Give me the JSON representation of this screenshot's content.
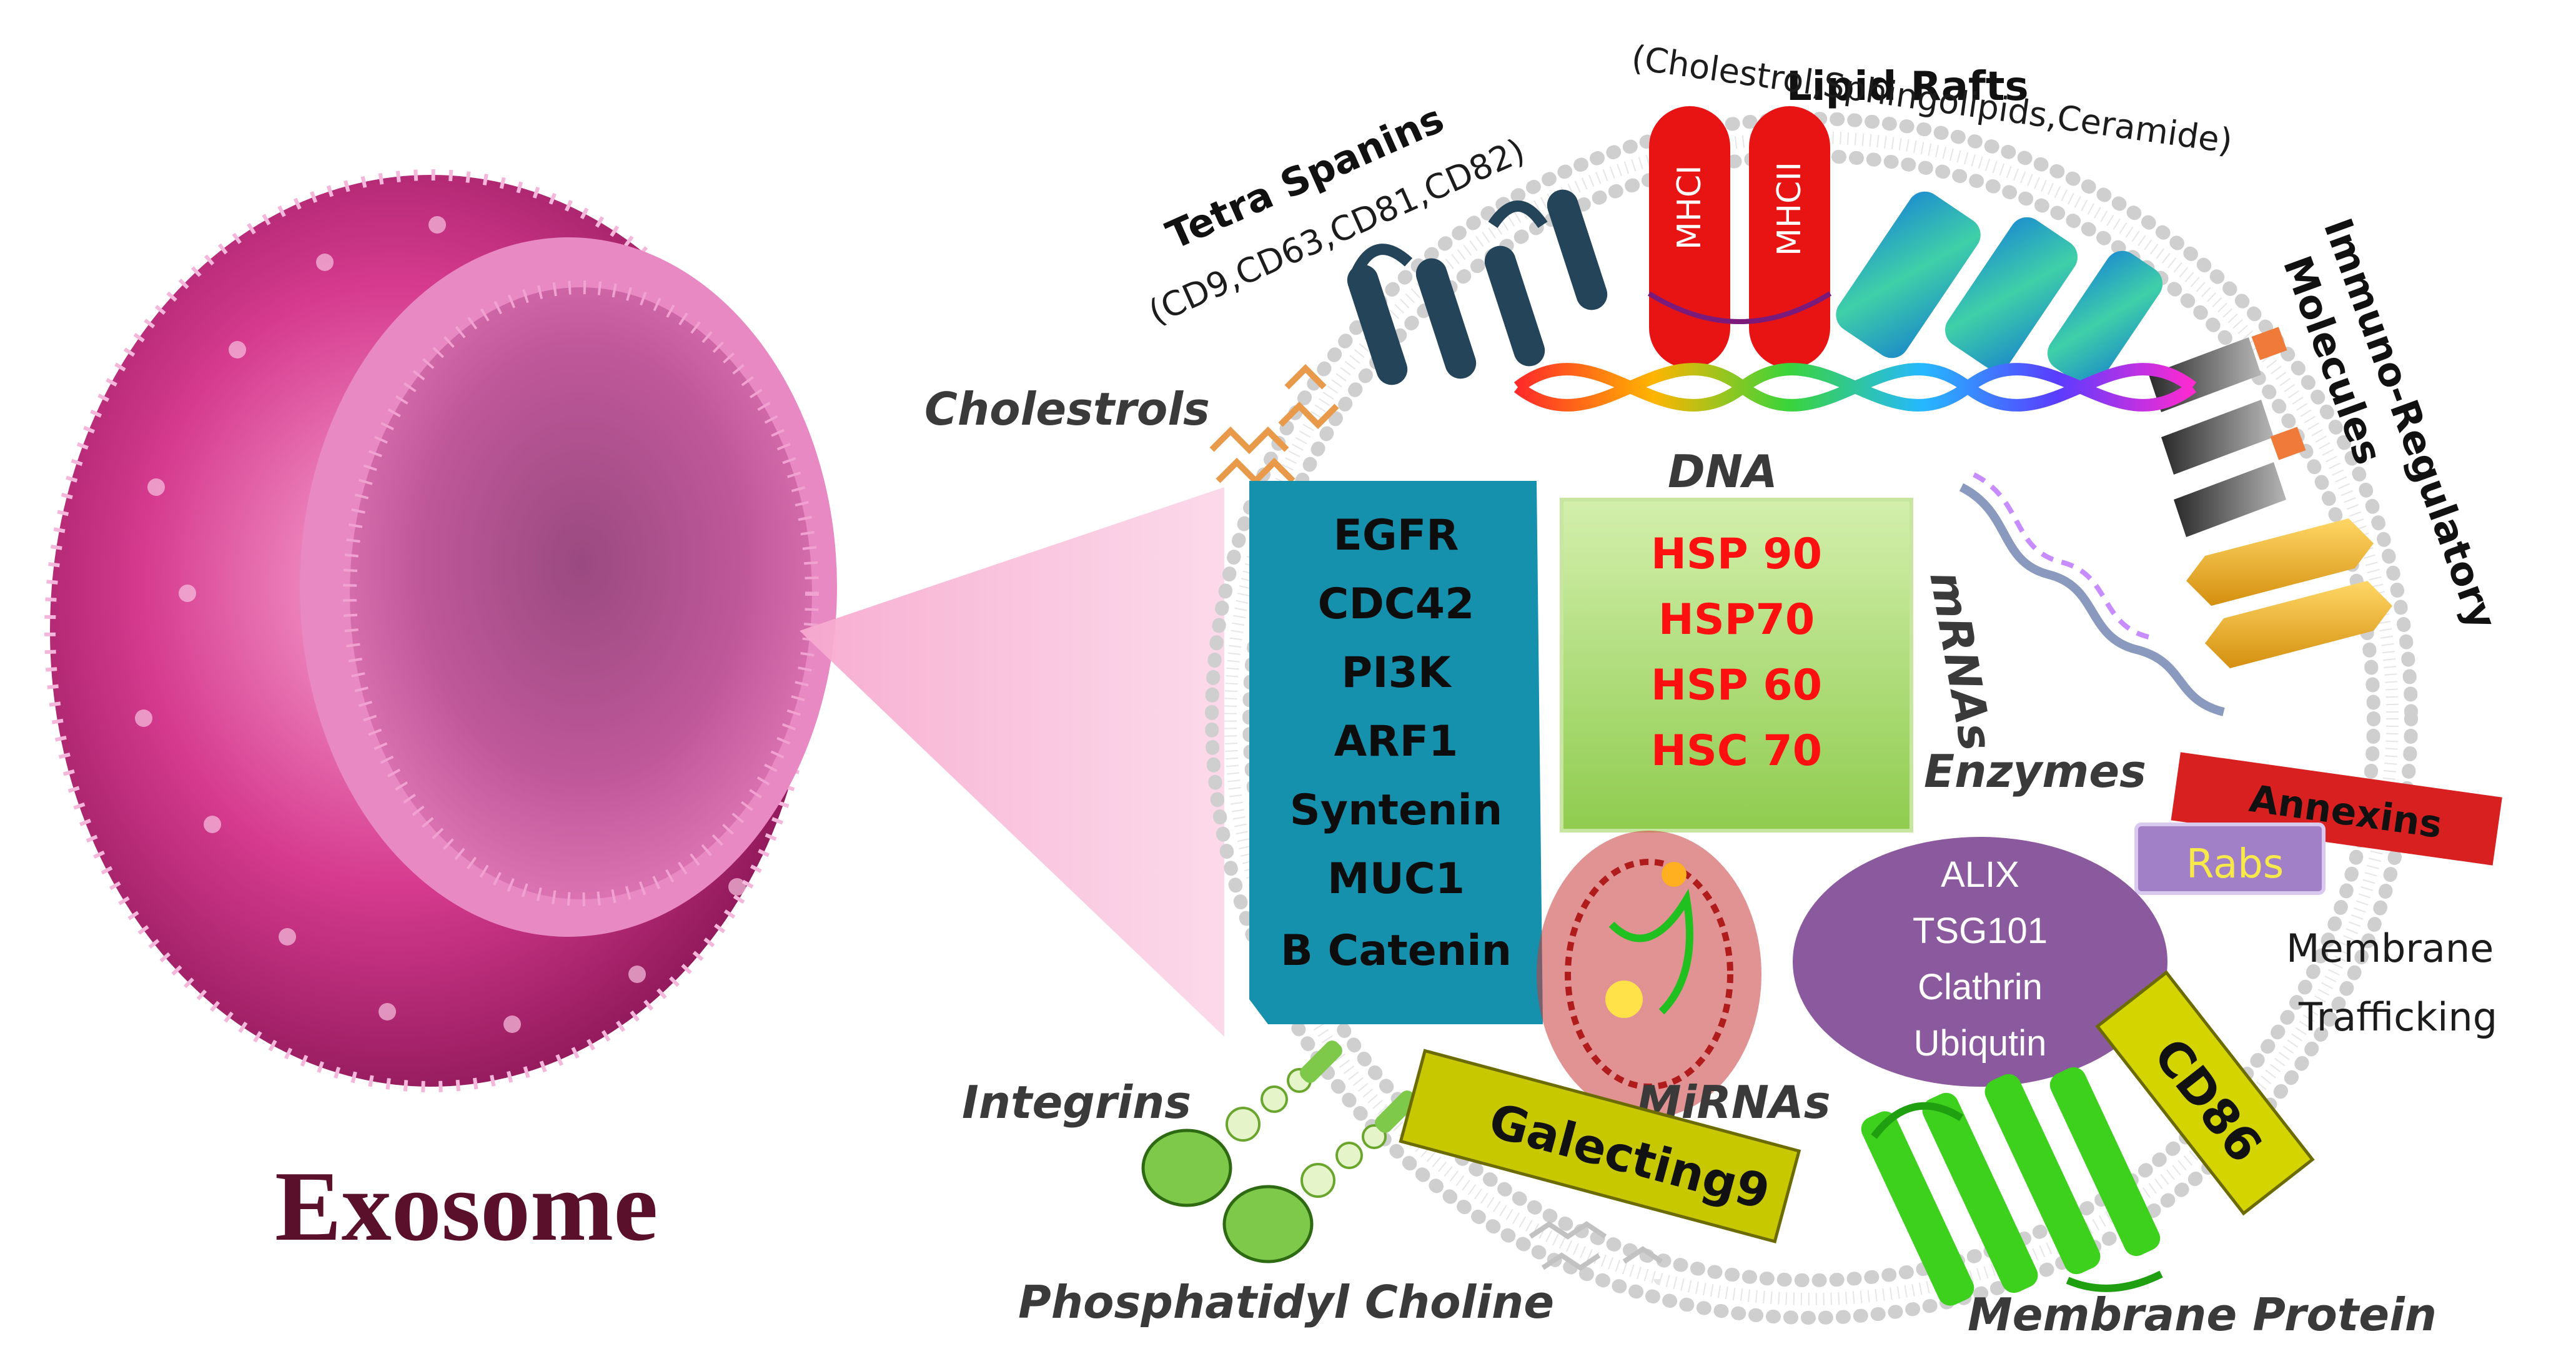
{
  "exosome_label": "Exosome",
  "labels": {
    "tetraspanins_title": "Tetra Spanins",
    "tetraspanins_sub": "(CD9,CD63,CD81,CD82)",
    "lipid_rafts_title": "Lipid Rafts",
    "lipid_rafts_sub": "(Cholestrol,Sphingolipids,Ceramide)",
    "immuno_line1": "Immuno-Regulatory",
    "immuno_line2": "Molecules",
    "cholestrols": "Cholestrols",
    "dna": "DNA",
    "mrnas": "mRNAs",
    "enzymes": "Enzymes",
    "annexins": "Annexins",
    "rabs": "Rabs",
    "membrane_trafficking_line1": "Membrane",
    "membrane_trafficking_line2": "Trafficking",
    "cd86": "CD86",
    "integrins": "Integrins",
    "galectin9": "Galecting9",
    "mirnas": "MiRNAs",
    "phosphatidyl_choline": "Phosphatidyl Choline",
    "membrane_protein": "Membrane Protein",
    "mhc1": "MHCI",
    "mhc2": "MHCII"
  },
  "blue_box_items": [
    "EGFR",
    "CDC42",
    "PI3K",
    "ARF1",
    "Syntenin",
    "MUC1",
    "B Catenin"
  ],
  "green_box_items": [
    "HSP 90",
    "HSP70",
    "HSP 60",
    "HSC 70"
  ],
  "purple_oval_items": [
    "ALIX",
    "TSG101",
    "Clathrin",
    "Ubiqutin"
  ],
  "colors": {
    "exosome_pink": "#d63a8e",
    "blue_box": "#1590ad",
    "green_box": "#a8d96a",
    "purple_oval": "#8b5a9e",
    "mhc_red": "#e81414",
    "annexins_red": "#d92020",
    "cd86_yellow": "#d4d400",
    "galectin_yellow": "#c8c800",
    "membrane_protein_green": "#3dd11e",
    "title_maroon": "#5a0f2a"
  }
}
